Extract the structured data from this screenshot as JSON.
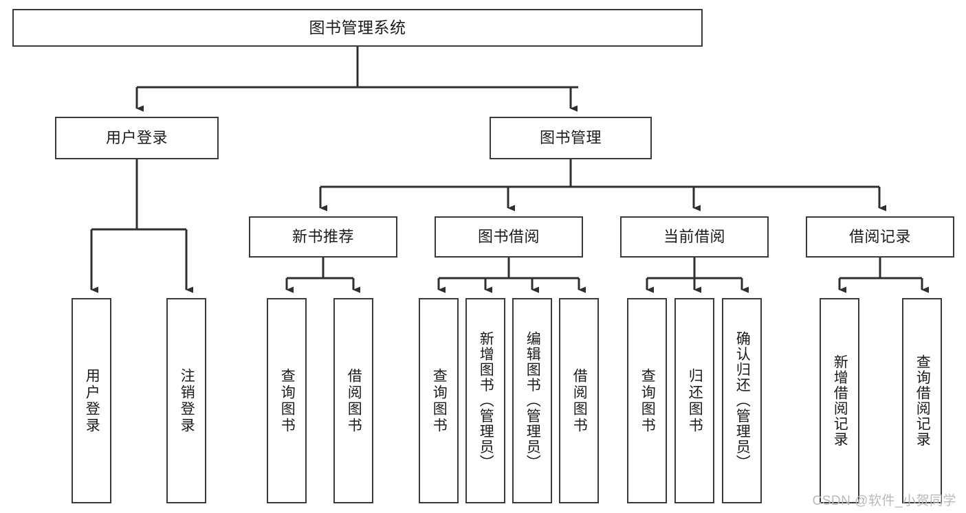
{
  "diagram": {
    "title": "图书管理系统",
    "type": "tree",
    "watermark": "CSDN @软件_小贺同学",
    "colors": {
      "box_border": "#3a3a3a",
      "box_fill": "#ffffff",
      "connector": "#2f2f2f",
      "text": "#1b1b1b",
      "watermark": "#b9b9b9"
    },
    "root": {
      "label": "图书管理系统"
    },
    "level2": [
      {
        "label": "用户登录"
      },
      {
        "label": "图书管理"
      }
    ],
    "level3": [
      {
        "label": "新书推荐"
      },
      {
        "label": "图书借阅"
      },
      {
        "label": "当前借阅"
      },
      {
        "label": "借阅记录"
      }
    ],
    "leaves": {
      "user_login": [
        {
          "label": "用户登录"
        },
        {
          "label": "注销登录"
        }
      ],
      "new_book_recommend": [
        {
          "label": "查询图书"
        },
        {
          "label": "借阅图书"
        }
      ],
      "book_borrow": [
        {
          "label": "查询图书"
        },
        {
          "label": "新增图书（管理员）"
        },
        {
          "label": "编辑图书（管理员）"
        },
        {
          "label": "借阅图书"
        }
      ],
      "current_borrow": [
        {
          "label": "查询图书"
        },
        {
          "label": "归还图书"
        },
        {
          "label": "确认归还（管理员）"
        }
      ],
      "borrow_record": [
        {
          "label": "新增借阅记录"
        },
        {
          "label": "查询借阅记录"
        }
      ]
    }
  }
}
